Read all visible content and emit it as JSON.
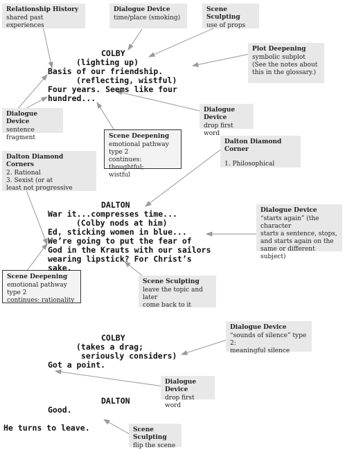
{
  "notes": [
    {
      "title": "Relationship History",
      "body": "shared past experiences"
    },
    {
      "title": "Dialogue Device",
      "body": "time/place (smoking)"
    },
    {
      "title": "Scene Sculpting",
      "body": "use of props"
    },
    {
      "title": "Plot Deepening",
      "body": "symbolic subplot\n(See the notes about\nthis in the glossary.)"
    },
    {
      "title": "Dialogue Device",
      "body": "sentence fragment"
    },
    {
      "title": "Dialogue Device",
      "body": "drop first word"
    },
    {
      "title": "Scene Deepening",
      "body": "emotional pathway type 2\ncontinues: thoughtful;\nwistful"
    },
    {
      "title": "Dalton Diamond Corners",
      "body": "2. Rational\n3. Sexist (or at\n   least not progressive"
    },
    {
      "title": "Dalton Diamond Corner",
      "body": "1. Philosophical"
    },
    {
      "title": "Dialogue Device",
      "body": "“starts again” (the character\nstarts a sentence, stops,\nand starts again on the\nsame or different subject)"
    },
    {
      "title": "Scene Sculpting",
      "body": "leave the topic and later\ncome back to it"
    },
    {
      "title": "Scene Deepening",
      "body": "emotional pathway type 2\ncontinues: rationality"
    },
    {
      "title": "Dialogue Device",
      "body": "“sounds of silence” type 2:\nmeaningful silence"
    },
    {
      "title": "Dialogue Device",
      "body": "drop first word"
    },
    {
      "title": "Scene Sculpting",
      "body": "flip the scene"
    }
  ],
  "script": {
    "colby1": "COLBY",
    "colby1_paren": "(lighting up)",
    "colby1_line1": "Basis of our friendship.",
    "colby1_paren2": "(reflecting, wistful)",
    "colby1_line2": "Four years. Seems like four",
    "colby1_line3": "hundred...",
    "dalton1": "DALTON",
    "dalton1_line1": "War it...compresses time...",
    "dalton1_paren": "(Colby nods at him)",
    "dalton1_line2": "Ed, sticking women in blue...",
    "dalton1_line3": "We’re going to put the fear of",
    "dalton1_line4": "God in the Krauts with our sailors",
    "dalton1_line5": "wearing lipstick? For Christ’s",
    "dalton1_line6": "sake.",
    "colby2": "COLBY",
    "colby2_paren1": "(takes a drag;",
    "colby2_paren2": "seriously considers)",
    "colby2_line": "Got a point.",
    "dalton2": "DALTON",
    "dalton2_line": "Good.",
    "action": "He turns to leave."
  }
}
